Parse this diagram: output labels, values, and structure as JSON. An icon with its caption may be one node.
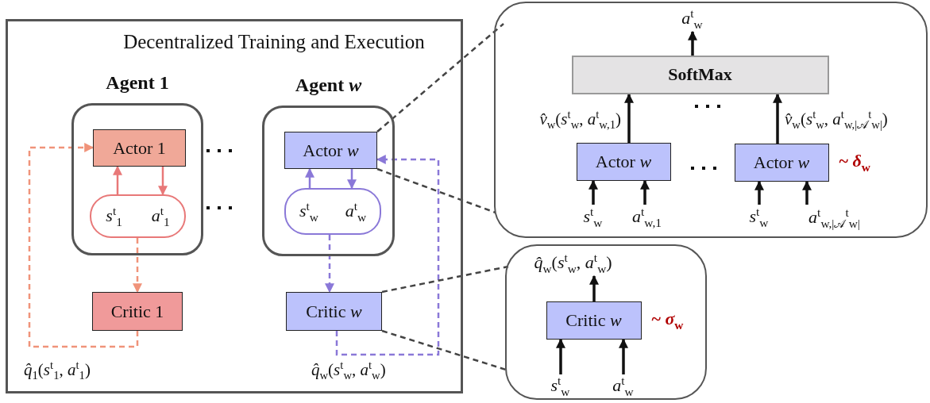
{
  "diagram": {
    "nodes": [
      {
        "text": [
          "Decentralized Training and Execution"
        ]
      },
      {
        "text": [
          "Agent 1"
        ],
        "in": 0
      },
      {
        "text": [
          "Actor 1"
        ],
        "in": 1
      },
      {
        "text": [
          "*s*$^{t}$$_{1}$",
          "*a*$^{t}$$_{1}$"
        ],
        "in": 1
      },
      {
        "text": [
          "Critic 1"
        ],
        "in": 0
      },
      {
        "text": [
          "Agent *w*"
        ],
        "in": 0
      },
      {
        "text": [
          "Actor *w*"
        ],
        "in": 5
      },
      {
        "text": [
          "*s*$^{t}$$_{w}$",
          "*a*$^{t}$$_{w}$"
        ],
        "in": 5
      },
      {
        "text": [
          "Critic *w*"
        ],
        "in": 0
      },
      {
        "text": [],
        "shape": "box"
      },
      {
        "text": [
          "SoftMax"
        ],
        "in": 9
      },
      {
        "text": [
          "Actor *w*"
        ],
        "in": 9
      },
      {
        "text": [
          "Actor *w*"
        ],
        "in": 9,
        "beside": [
          "~ *δ*$_{w}$"
        ]
      },
      {
        "text": [],
        "shape": "box"
      },
      {
        "text": [
          "Critic *w*"
        ],
        "in": 13,
        "beside": [
          "~ *σ*$_{w}$"
        ]
      },
      {
        "text": [
          "*a*$^{t}$$_{w}$"
        ],
        "in": 9
      },
      {
        "text": [
          "*s*$^{t}$$_{w}$"
        ],
        "in": 9
      },
      {
        "text": [
          "*a*$^{t}$$_{w,1}$"
        ],
        "in": 9
      },
      {
        "text": [
          "*s*$^{t}$$_{w}$"
        ],
        "in": 9
      },
      {
        "text": [
          "*a*$^{t}$$_{w,|𝒜}$$^{t}$$_{w|}$"
        ],
        "in": 9
      },
      {
        "text": [
          "*q̂*$_{w}$(*s*$^{t}$$_{w}$, *a*$^{t}$$_{w}$)"
        ],
        "in": 13
      },
      {
        "text": [
          "*s*$^{t}$$_{w}$"
        ],
        "in": 13
      },
      {
        "text": [
          "*a*$^{t}$$_{w}$"
        ],
        "in": 13
      }
    ],
    "edges": [
      {
        "from": 3,
        "to": 2,
        "arrow": "to",
        "color": "#e87878"
      },
      {
        "from": 2,
        "to": 3,
        "arrow": "to",
        "color": "#e87878"
      },
      {
        "from": 3,
        "to": 4,
        "arrow": "to",
        "style": "dashed",
        "color": "#f0937a"
      },
      {
        "from": 4,
        "to": 2,
        "arrow": "to",
        "style": "dashed",
        "color": "#f0937a",
        "label": "*q̂*$_{1}$(*s*$^{t}$$_{1}$, *a*$^{t}$$_{1}$)"
      },
      {
        "from": 7,
        "to": 6,
        "arrow": "to",
        "color": "#8a78d8"
      },
      {
        "from": 6,
        "to": 7,
        "arrow": "to",
        "color": "#8a78d8"
      },
      {
        "from": 7,
        "to": 8,
        "arrow": "to",
        "style": "dashed",
        "color": "#8a78d8"
      },
      {
        "from": 8,
        "to": 6,
        "arrow": "to",
        "style": "dashed",
        "color": "#8a78d8",
        "label": "*q̂*$_{w}$(*s*$^{t}$$_{w}$, *a*$^{t}$$_{w}$)"
      },
      {
        "from": 6,
        "to": 9,
        "arrow": "none",
        "style": "dashed",
        "color": "#444444"
      },
      {
        "from": 6,
        "to": 9,
        "arrow": "none",
        "style": "dashed",
        "color": "#444444"
      },
      {
        "from": 8,
        "to": 13,
        "arrow": "none",
        "style": "dashed",
        "color": "#444444"
      },
      {
        "from": 8,
        "to": 13,
        "arrow": "none",
        "style": "dashed",
        "color": "#444444"
      },
      {
        "from": 10,
        "to": 15,
        "arrow": "to"
      },
      {
        "from": 11,
        "to": 10,
        "arrow": "to",
        "label": "*v̂*$_{w}$(*s*$^{t}$$_{w}$, *a*$^{t}$$_{w,1}$)"
      },
      {
        "from": 12,
        "to": 10,
        "arrow": "to",
        "label": "*v̂*$_{w}$(*s*$^{t}$$_{w}$, *a*$^{t}$$_{w,|𝒜}$$^{t}$$_{w|}$)"
      },
      {
        "from": 16,
        "to": 11,
        "arrow": "to"
      },
      {
        "from": 17,
        "to": 11,
        "arrow": "to"
      },
      {
        "from": 18,
        "to": 12,
        "arrow": "to"
      },
      {
        "from": 19,
        "to": 12,
        "arrow": "to"
      },
      {
        "from": 14,
        "to": 20,
        "arrow": "to"
      },
      {
        "from": 21,
        "to": 14,
        "arrow": "to"
      },
      {
        "from": 22,
        "to": 14,
        "arrow": "to"
      }
    ]
  }
}
